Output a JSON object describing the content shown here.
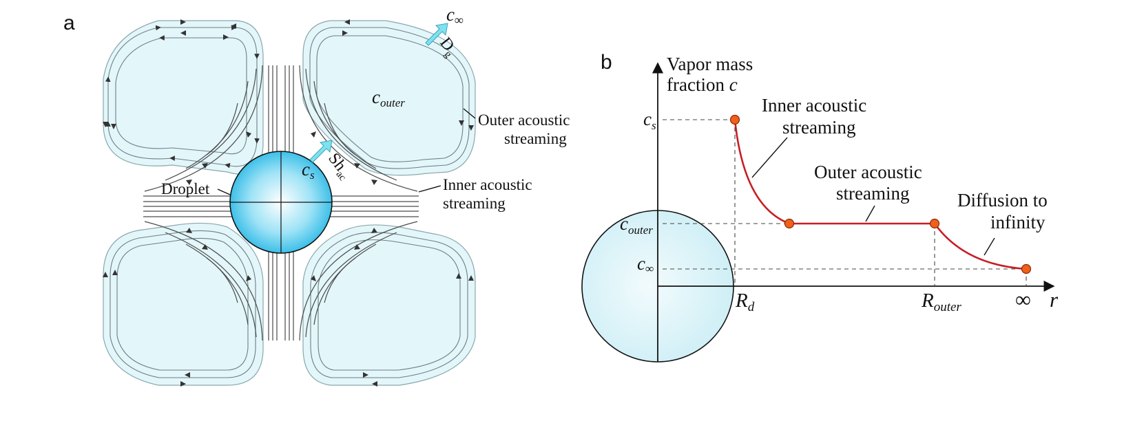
{
  "panel_a": {
    "label": "a",
    "c_inf_base": "c",
    "c_inf_sub": "∞",
    "dg_base": "D",
    "dg_sub": "g",
    "c_outer_base": "c",
    "c_outer_sub": "outer",
    "outer_line1": "Outer acoustic",
    "outer_line2": "streaming",
    "cs_base": "c",
    "cs_sub": "s",
    "sh_base": "Sh",
    "sh_sub": "ac",
    "droplet": "Droplet",
    "inner_line1": "Inner acoustic",
    "inner_line2": "streaming",
    "colors": {
      "cell_fill": "#e3f6fa",
      "droplet_edge": "#3dbfe8",
      "arrow": "#7fe0ef"
    }
  },
  "panel_b": {
    "label": "b",
    "y_label_line1": "Vapor mass",
    "y_label_line2": "fraction ",
    "y_label_var": "c",
    "y_ticks": {
      "cs_base": "c",
      "cs_sub": "s",
      "couter_base": "c",
      "couter_sub": "outer",
      "cinf_base": "c",
      "cinf_sub": "∞"
    },
    "x_ticks": {
      "rd_base": "R",
      "rd_sub": "d",
      "router_base": "R",
      "router_sub": "outer",
      "inf": "∞",
      "r": "r"
    },
    "inner_line1": "Inner acoustic",
    "inner_line2": "streaming",
    "outer_line1": "Outer acoustic",
    "outer_line2": "streaming",
    "diff_line1": "Diffusion to",
    "diff_line2": "infinity",
    "colors": {
      "curve": "#c81d25",
      "points": "#f0601c"
    }
  }
}
